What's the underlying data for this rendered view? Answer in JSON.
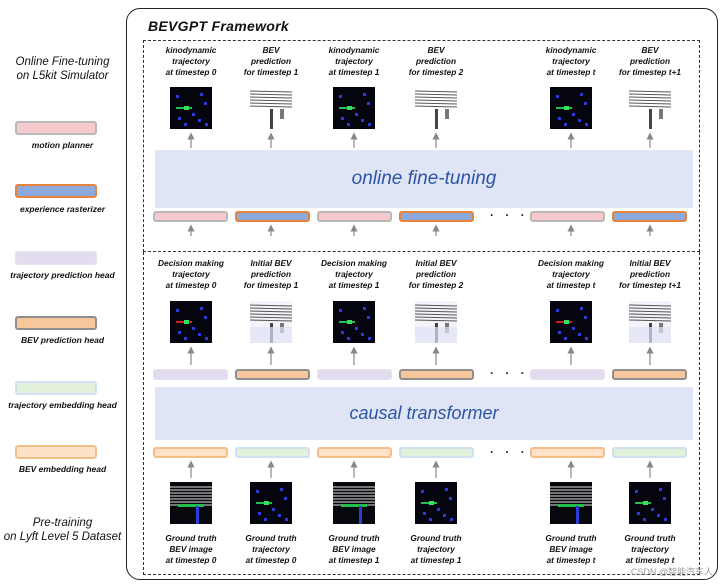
{
  "sidebar": {
    "top_title": [
      "Online Fine-tuning",
      "on L5kit Simulator"
    ],
    "bottom_title": [
      "Pre-training",
      "on Lyft Level 5 Dataset"
    ],
    "legend": [
      {
        "label": "motion planner",
        "fill": "#f6c9cc",
        "border": "#b9b9b9"
      },
      {
        "label": "experience rasterizer",
        "fill": "#8ea9dc",
        "border": "#e8843a"
      },
      {
        "label": "trajectory prediction head",
        "fill": "#e3dcef",
        "border": "#e6e1f0"
      },
      {
        "label": "BEV prediction head",
        "fill": "#f6c79b",
        "border": "#8f8f8f"
      },
      {
        "label": "trajectory embedding head",
        "fill": "#e3f0dc",
        "border": "#cfe0f0"
      },
      {
        "label": "BEV embedding head",
        "fill": "#fde1c9",
        "border": "#f4bd8c"
      }
    ]
  },
  "framework": {
    "title": "BEVGPT  Framework",
    "online_band": "online fine-tuning",
    "transformer_band": "causal transformer",
    "ellipsis": "· · ·"
  },
  "online_outputs": [
    [
      "kinodynamic",
      "trajectory",
      "at timestep 0"
    ],
    [
      "BEV",
      "prediction",
      "for timestep 1"
    ],
    [
      "kinodynamic",
      "trajectory",
      "at timestep 1"
    ],
    [
      "BEV",
      "prediction",
      "for timestep 2"
    ],
    [
      "kinodynamic",
      "trajectory",
      "at timestep t"
    ],
    [
      "BEV",
      "prediction",
      "for timestep t+1"
    ]
  ],
  "pretrain_outputs": [
    [
      "Decision making",
      "trajectory",
      "at timestep 0"
    ],
    [
      "Initial BEV",
      "prediction",
      "for timestep 1"
    ],
    [
      "Decision making",
      "trajectory",
      "at timestep 1"
    ],
    [
      "Initial BEV",
      "prediction",
      "for timestep 2"
    ],
    [
      "Decision making",
      "trajectory",
      "at timestep t"
    ],
    [
      "Initial BEV",
      "prediction",
      "for timestep t+1"
    ]
  ],
  "pretrain_inputs": [
    [
      "Ground truth",
      "BEV image",
      "at timestep 0"
    ],
    [
      "Ground truth",
      "trajectory",
      "at timestep 0"
    ],
    [
      "Ground truth",
      "BEV image",
      "at timestep 1"
    ],
    [
      "Ground truth",
      "trajectory",
      "at timestep 1"
    ],
    [
      "Ground truth",
      "BEV image",
      "at timestep t"
    ],
    [
      "Ground truth",
      "trajectory",
      "at timestep t"
    ]
  ],
  "watermark": "CSDN @智能汽车人"
}
